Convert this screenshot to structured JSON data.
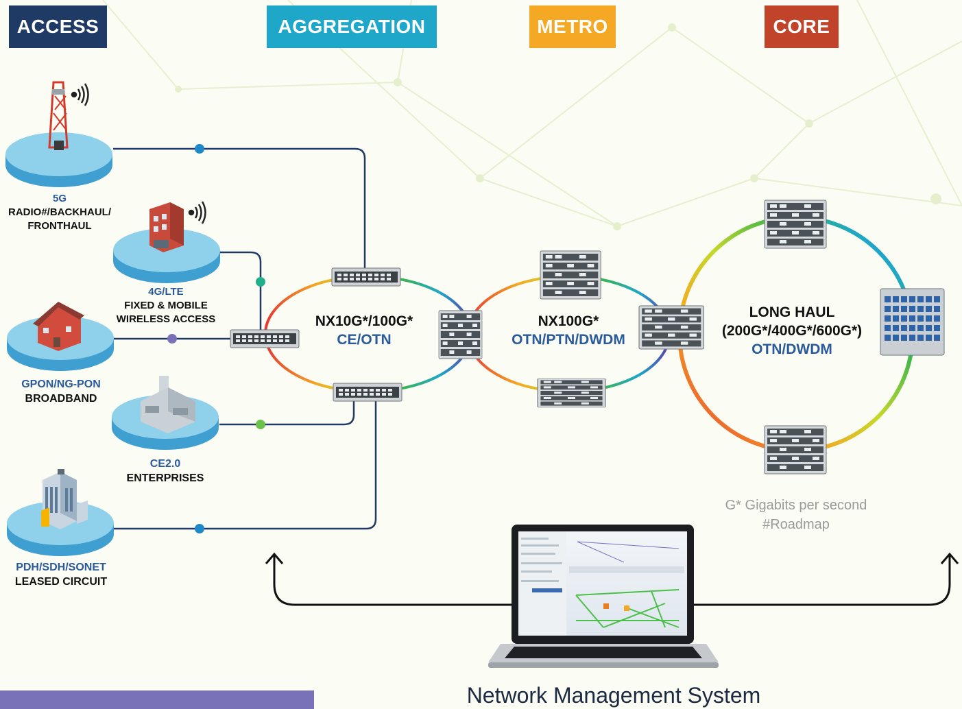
{
  "headers": {
    "access": {
      "label": "ACCESS",
      "color": "#1f3a64"
    },
    "aggregation": {
      "label": "AGGREGATION",
      "color": "#1ea7c9"
    },
    "metro": {
      "label": "METRO",
      "color": "#f4a823"
    },
    "core": {
      "label": "CORE",
      "color": "#c0432a"
    }
  },
  "access_nodes": {
    "n5g": {
      "line1": "5G",
      "line2": "RADIO#/BACKHAUL/",
      "line3": "FRONTHAUL"
    },
    "n4g": {
      "line1": "4G/LTE",
      "line2": "FIXED & MOBILE",
      "line3": "WIRELESS ACCESS"
    },
    "gpon": {
      "line1": "GPON/NG-PON",
      "line2": "BROADBAND"
    },
    "ce": {
      "line1": "CE2.0",
      "line2": "ENTERPRISES"
    },
    "pdh": {
      "line1": "PDH/SDH/SONET",
      "line2": "LEASED CIRCUIT"
    }
  },
  "rings": {
    "aggregation": {
      "line1": "NX10G*/100G*",
      "line2": "CE/OTN"
    },
    "metro": {
      "line1": "NX100G*",
      "line2": "OTN/PTN/DWDM"
    },
    "core": {
      "line1": "LONG HAUL",
      "line2": "(200G*/400G*/600G*)",
      "line3": "OTN/DWDM"
    }
  },
  "legend": {
    "line1": "G* Gigabits per second",
    "line2": "#Roadmap"
  },
  "nms": {
    "label": "Network Management System"
  },
  "colors": {
    "platform_top": "#8fd0ea",
    "platform_side": "#3f9fd0",
    "link_line": "#1f3a64",
    "dot_blue": "#1e88c8",
    "dot_teal": "#20b08a",
    "dot_purple": "#7a72b8",
    "dot_green": "#6bc24a",
    "accent_purple": "#7a72b8"
  }
}
